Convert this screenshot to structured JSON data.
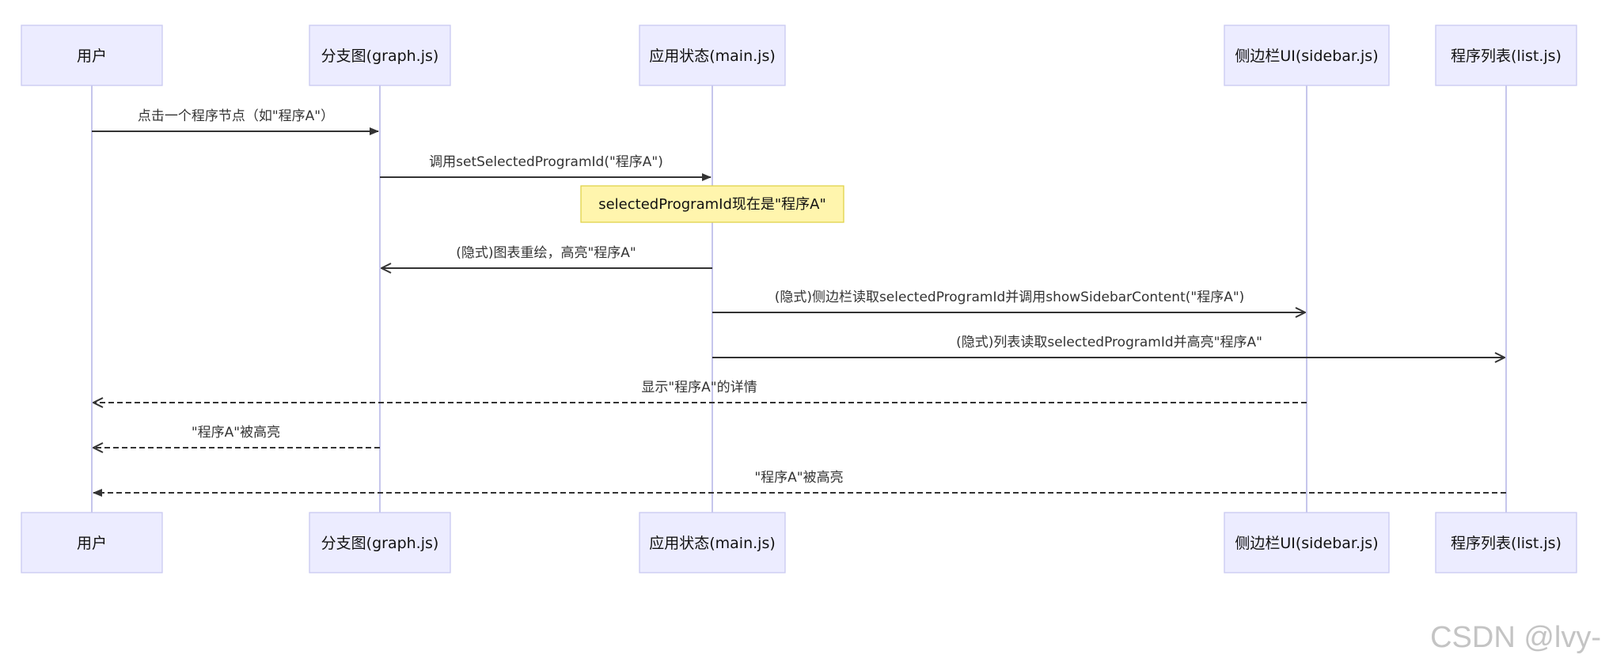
{
  "diagram": {
    "participants": [
      {
        "id": "user",
        "label": "用户"
      },
      {
        "id": "graph",
        "label": "分支图(graph.js)"
      },
      {
        "id": "state",
        "label": "应用状态(main.js)"
      },
      {
        "id": "sidebar",
        "label": "侧边栏UI(sidebar.js)"
      },
      {
        "id": "list",
        "label": "程序列表(list.js)"
      }
    ],
    "messages": [
      {
        "from": "user",
        "to": "graph",
        "text": "点击一个程序节点（如\"程序A\"）",
        "style": "solid",
        "arrow": "filled"
      },
      {
        "from": "graph",
        "to": "state",
        "text": "调用setSelectedProgramId(\"程序A\")",
        "style": "solid",
        "arrow": "filled"
      },
      {
        "from": "state",
        "to": "graph",
        "text": "(隐式)图表重绘，高亮\"程序A\"",
        "style": "solid",
        "arrow": "open"
      },
      {
        "from": "state",
        "to": "sidebar",
        "text": "(隐式)侧边栏读取selectedProgramId并调用showSidebarContent(\"程序A\")",
        "style": "solid",
        "arrow": "open"
      },
      {
        "from": "state",
        "to": "list",
        "text": "(隐式)列表读取selectedProgramId并高亮\"程序A\"",
        "style": "solid",
        "arrow": "open"
      },
      {
        "from": "sidebar",
        "to": "user",
        "text": "显示\"程序A\"的详情",
        "style": "dashed",
        "arrow": "open"
      },
      {
        "from": "graph",
        "to": "user",
        "text": "\"程序A\"被高亮",
        "style": "dashed",
        "arrow": "open"
      },
      {
        "from": "list",
        "to": "user",
        "text": "\"程序A\"被高亮",
        "style": "dashed",
        "arrow": "filled"
      }
    ],
    "note": {
      "text": "selectedProgramId现在是\"程序A\"",
      "over": "state"
    }
  },
  "watermark": "CSDN @lvy-",
  "colors": {
    "actor_fill": "#ECECFF",
    "actor_stroke": "#c9c9f0",
    "lifeline": "#c6c6ec",
    "message": "#333333",
    "note_fill": "#fff5ad",
    "note_stroke": "#e0d34a",
    "watermark": "#c4c4c4"
  }
}
